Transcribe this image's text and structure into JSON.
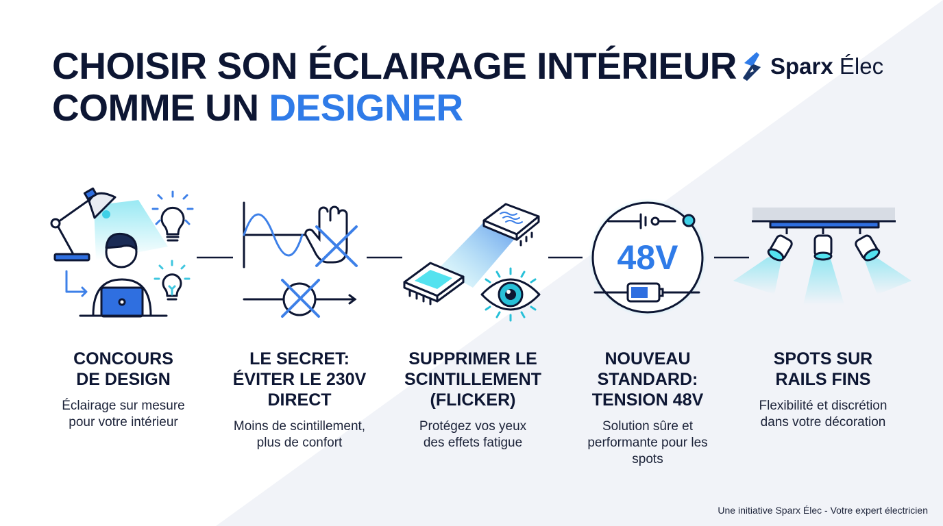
{
  "header": {
    "title_line1": "CHOISIR SON ÉCLAIRAGE INTÉRIEUR",
    "title_line2_prefix": "COMME UN ",
    "title_line2_accent": "DESIGNER"
  },
  "logo": {
    "icon": "lightning-bolt-icon",
    "name_bold": "Sparx",
    "name_light": " Élec"
  },
  "steps": [
    {
      "icon": "designer-lamp-laptop-icon",
      "title": "CONCOURS DE DESIGN",
      "title_lines": [
        "CONCOURS",
        "DE DESIGN"
      ],
      "description_lines": [
        "Éclairage sur mesure",
        "pour votre intérieur"
      ]
    },
    {
      "icon": "sine-wave-no-230v-icon",
      "title_lines": [
        "LE SECRET:",
        "ÉVITER LE 230V",
        "DIRECT"
      ],
      "description_lines": [
        "Moins de scintillement,",
        "plus de confort"
      ]
    },
    {
      "icon": "led-driver-eye-icon",
      "title_lines": [
        "SUPPRIMER LE",
        "SCINTILLEMENT",
        "(FLICKER)"
      ],
      "description_lines": [
        "Protégez vos yeux",
        "des effets fatigue"
      ]
    },
    {
      "icon": "48v-circuit-icon",
      "icon_text": "48V",
      "title_lines": [
        "NOUVEAU",
        "STANDARD:",
        "TENSION 48V"
      ],
      "description_lines": [
        "Solution sûre et",
        "performante pour les",
        "spots"
      ]
    },
    {
      "icon": "track-spotlights-icon",
      "title_lines": [
        "SPOTS SUR",
        "RAILS FINS"
      ],
      "description_lines": [
        "Flexibilité et discrétion",
        "dans votre décoration"
      ]
    }
  ],
  "footer": {
    "text": "Une initiative Sparx Élec - Votre expert électricien"
  },
  "colors": {
    "navy": "#0d1633",
    "accent_blue": "#2f7be8",
    "cyan": "#2ec4de",
    "background": "#ffffff",
    "background_tint": "#f1f3f8"
  }
}
